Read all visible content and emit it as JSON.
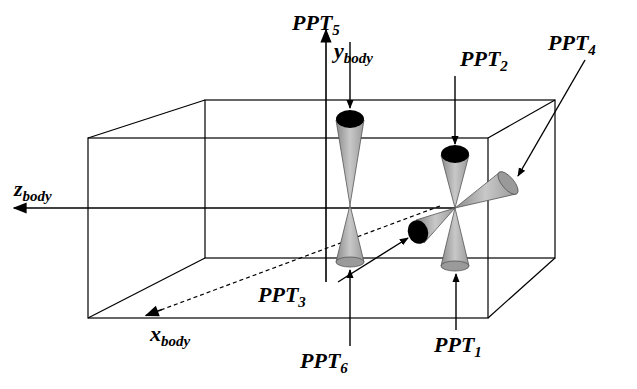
{
  "diagram": {
    "labels": [
      "PPT5",
      "PPT2",
      "PPT4",
      "ybody",
      "zbody",
      "xbody",
      "PPT3",
      "PPT6",
      "PPT1"
    ]
  }
}
